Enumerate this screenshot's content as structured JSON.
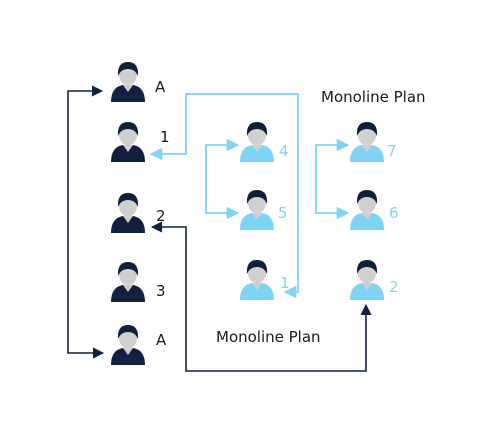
{
  "colors": {
    "dark": "#11203f",
    "light": "#7fd4f6",
    "hair_on_light": "#0f1e3c",
    "skin": "#d0d0d0",
    "text_dark": "#1a1a1a"
  },
  "people": [
    {
      "label": "A",
      "tone": "dark"
    },
    {
      "label": "1",
      "tone": "dark"
    },
    {
      "label": "2",
      "tone": "dark"
    },
    {
      "label": "3",
      "tone": "dark"
    },
    {
      "label": "A",
      "tone": "dark"
    },
    {
      "label": "4",
      "tone": "light"
    },
    {
      "label": "5",
      "tone": "light"
    },
    {
      "label": "1",
      "tone": "light"
    },
    {
      "label": "7",
      "tone": "light"
    },
    {
      "label": "6",
      "tone": "light"
    },
    {
      "label": "2",
      "tone": "light"
    }
  ],
  "plan_labels": {
    "top": "Monoline Plan",
    "bottom": "Monoline Plan"
  },
  "icon_name": "person-icon"
}
